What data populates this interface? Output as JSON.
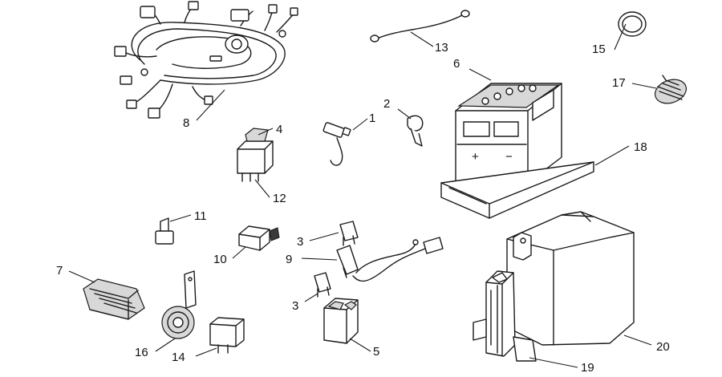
{
  "callouts": {
    "c1": "1",
    "c2": "2",
    "c3a": "3",
    "c3b": "3",
    "c4": "4",
    "c5": "5",
    "c6": "6",
    "c7": "7",
    "c8": "8",
    "c9": "9",
    "c10": "10",
    "c11": "11",
    "c12": "12",
    "c13": "13",
    "c14": "14",
    "c15": "15",
    "c16": "16",
    "c17": "17",
    "c18": "18",
    "c19": "19",
    "c20": "20"
  },
  "battery_marks": {
    "plus": "+",
    "minus": "−"
  }
}
